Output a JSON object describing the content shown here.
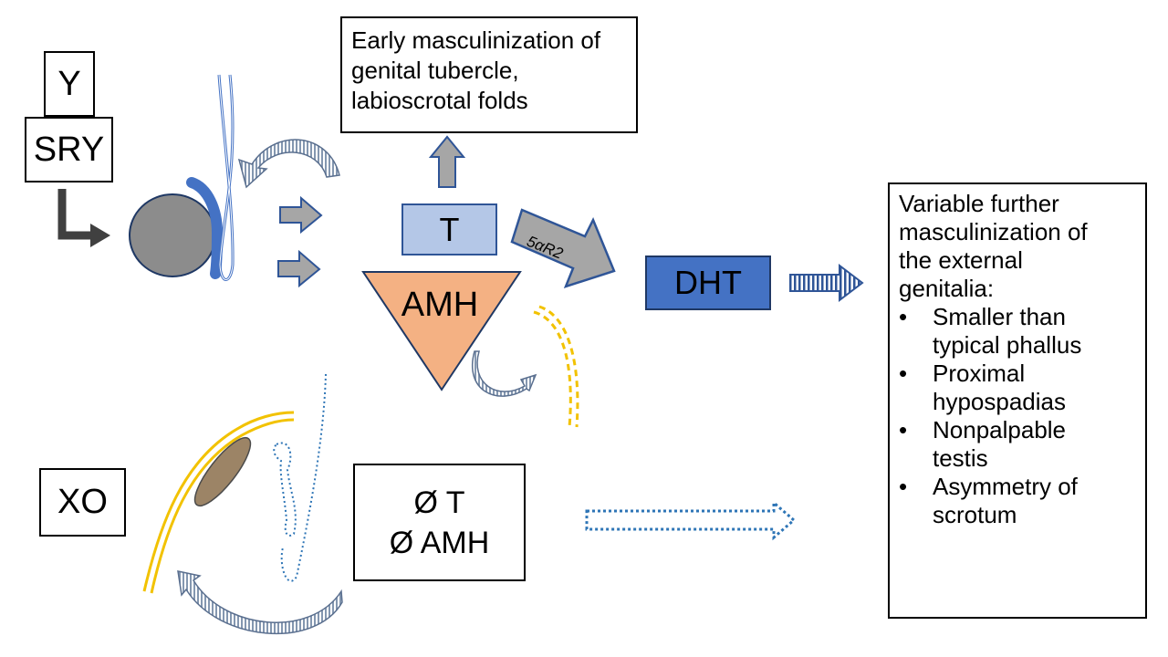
{
  "genotype_top": {
    "y_label": "Y",
    "sry_label": "SRY"
  },
  "genotype_bottom": {
    "label": "XO"
  },
  "early_box": {
    "lines": [
      "Early masculinization of",
      "genital tubercle,",
      "labioscrotal folds"
    ]
  },
  "testosterone": {
    "label": "T"
  },
  "amh": {
    "label": "AMH"
  },
  "enzyme": {
    "label": "5αR2"
  },
  "dht": {
    "label": "DHT"
  },
  "absent_box": {
    "line1": "Ø T",
    "line2": "Ø AMH"
  },
  "variable_box": {
    "heading_lines": [
      "Variable further",
      "masculinization of",
      "the external",
      "genitalia:"
    ],
    "bullet_symbol": "•",
    "items": [
      {
        "lines": [
          "Smaller than",
          "typical phallus"
        ]
      },
      {
        "lines": [
          "Proximal",
          "hypospadias"
        ]
      },
      {
        "lines": [
          "Nonpalpable",
          "testis"
        ]
      },
      {
        "lines": [
          "Asymmetry of",
          "scrotum"
        ]
      }
    ]
  },
  "colors": {
    "light_blue": "#b4c7e7",
    "dark_blue": "#4472c4",
    "amh_orange": "#f4b183",
    "gray_arrow": "#a6a6a6",
    "gold": "#f2c200",
    "dotted_blue": "#2e75b6"
  },
  "icons": [
    "elbow-arrow-icon",
    "block-arrow-icon",
    "curved-arrow-icon",
    "striped-arrow-icon",
    "dotted-arrow-icon",
    "gonad-icon",
    "duct-icon"
  ]
}
